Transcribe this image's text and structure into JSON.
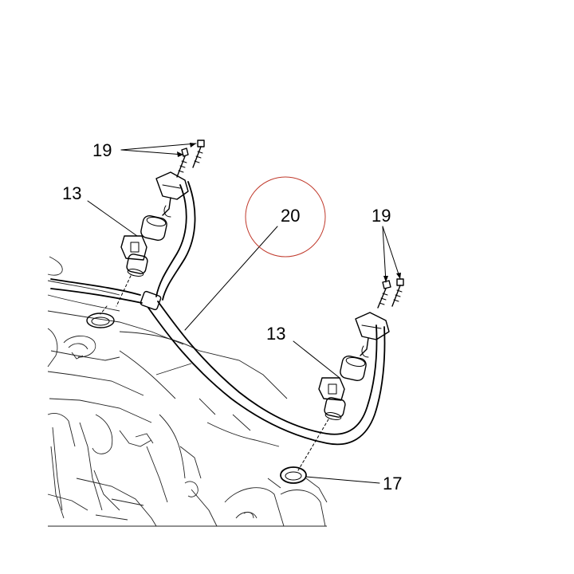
{
  "callouts": {
    "bolts_left": "19",
    "injector_left": "13",
    "fuel_line": "20",
    "bolts_right": "19",
    "injector_right": "13",
    "seal_ring": "17"
  },
  "colors": {
    "line_art": "#000000",
    "highlight_circle": "#c0392b",
    "background": "#ffffff"
  }
}
